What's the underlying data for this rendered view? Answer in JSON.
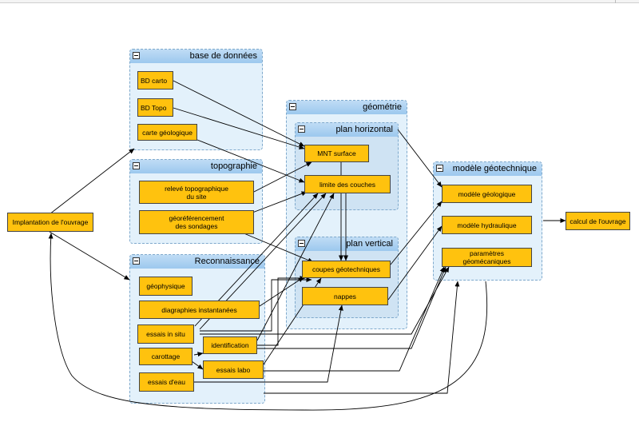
{
  "groups": {
    "base": "base de données",
    "topo": "topographie",
    "reco": "Reconnaissance",
    "geom": "géométrie",
    "plan_h": "plan horizontal",
    "plan_v": "plan vertical",
    "modele": "modèle géotechnique"
  },
  "nodes": {
    "implantation": "Implantation de l'ouvrage",
    "bd_carto": "BD carto",
    "bd_topo": "BD Topo",
    "carte_geo": "carte géologique",
    "releve_topo": "relevé topographique\ndu site",
    "georef": "géoréférencement\ndes sondages",
    "geophysique": "géophysique",
    "diagraphies": "diagraphies instantanées",
    "essais_situ": "essais in situ",
    "carottage": "carottage",
    "identification": "identification",
    "essais_eau": "essais d'eau",
    "essais_labo": "essais labo",
    "mnt": "MNT surface",
    "limite": "limite des couches",
    "coupes": "coupes géotechniques",
    "nappes": "nappes",
    "mod_geol": "modèle géologique",
    "mod_hydro": "modèle hydraulique",
    "params": "paramètres géomécaniques",
    "calcul": "calcul de l'ouvrage"
  },
  "colors": {
    "node_fill": "#ffc20e",
    "group_fill": "#e3f1fb",
    "group_header": "#9cc8ee",
    "edge": "#000000"
  }
}
